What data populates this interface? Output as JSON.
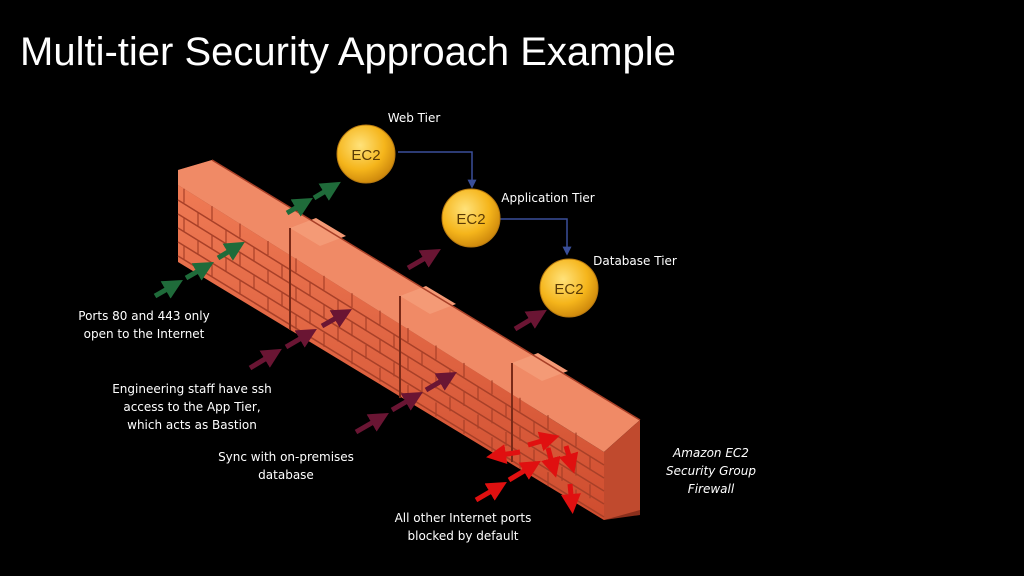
{
  "title": "Multi-tier Security Approach Example",
  "tiers": [
    {
      "name": "Web Tier",
      "badge": "EC2"
    },
    {
      "name": "Application Tier",
      "badge": "EC2"
    },
    {
      "name": "Database Tier",
      "badge": "EC2"
    }
  ],
  "annotations": {
    "ports_open": [
      "Ports 80 and 443 only",
      "open to the Internet"
    ],
    "ssh_access": [
      "Engineering staff have ssh",
      "access to the App Tier,",
      "which acts as Bastion"
    ],
    "sync": [
      "Sync with on-premises",
      "database"
    ],
    "blocked": [
      "All other Internet ports",
      "blocked by default"
    ],
    "firewall": [
      "Amazon EC2",
      "Security Group",
      "Firewall"
    ]
  },
  "colors": {
    "background": "#000000",
    "brick": "#e2603f",
    "brick_top": "#f08a66",
    "mortar": "#b64a31",
    "ec2_gold": "#f5b51b",
    "allowed_arrow": "#1f6b3a",
    "ssh_arrow": "#6a1533",
    "blocked_arrow": "#e01010",
    "connector": "#1f2f6f"
  }
}
